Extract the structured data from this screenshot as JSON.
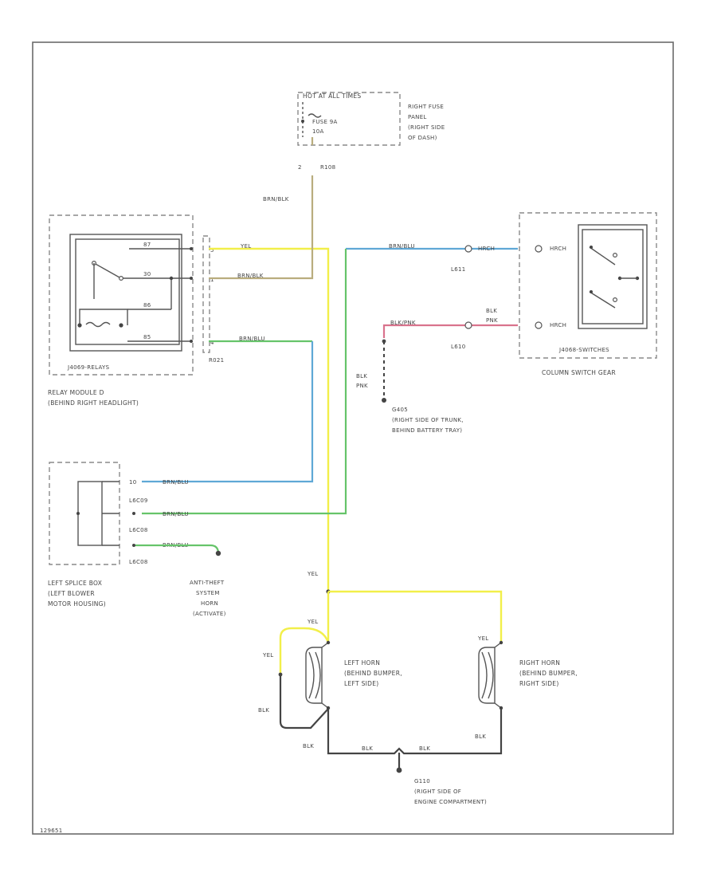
{
  "fuse": {
    "title": "HOT AT ALL TIMES",
    "fuse_line1": "FUSE 9A",
    "fuse_line2": "10A",
    "location": [
      "RIGHT FUSE",
      "PANEL",
      "(RIGHT SIDE",
      "OF DASH)"
    ],
    "pin": "2",
    "connector": "R108"
  },
  "relay": {
    "module_id": "J4069-RELAYS",
    "name": [
      "RELAY MODULE D",
      "(BEHIND RIGHT HEADLIGHT)"
    ],
    "pins": [
      "87",
      "30",
      "86",
      "85"
    ],
    "connector": "R021",
    "wire_pins": [
      "5",
      "1",
      "4"
    ]
  },
  "column_switch": {
    "module_id": "J4068-SWITCHES",
    "name": "COLUMN SWITCH GEAR",
    "connector_a": "L611",
    "connector_b": "L610",
    "terminal": "HRCH"
  },
  "splice": {
    "name": [
      "LEFT SPLICE BOX",
      "(LEFT BLOWER",
      "MOTOR HOUSING)"
    ],
    "connectors": [
      "L6C09",
      "L6C08",
      "L6C08"
    ],
    "pin_top": "10"
  },
  "anti_theft": [
    "ANTI-THEFT",
    "SYSTEM",
    "HORN",
    "(ACTIVATE)"
  ],
  "ground_trunk": {
    "id": "G405",
    "location": [
      "(RIGHT SIDE OF TRUNK,",
      "BEHIND BATTERY TRAY)"
    ]
  },
  "ground_engine": {
    "id": "G110",
    "location": [
      "(RIGHT SIDE OF",
      "ENGINE COMPARTMENT)"
    ]
  },
  "left_horn": [
    "LEFT HORN",
    "(BEHIND BUMPER,",
    "LEFT SIDE)"
  ],
  "right_horn": [
    "RIGHT HORN",
    "(BEHIND BUMPER,",
    "RIGHT SIDE)"
  ],
  "wires": {
    "yel": "YEL",
    "tan_blk": "BRN/BLK",
    "blu_blk": "BRN/BLU",
    "grn_blk": "BRN/BLU",
    "blk": "BLK",
    "blk_pnk": "BLK/PNK",
    "blk_pnk_line": [
      "BLK",
      "PNK"
    ],
    "blk_pnk_label2": [
      "BLK",
      "PNK"
    ],
    "splice_blu1": "BRN/BLU",
    "splice_blu2": "BRN/BLU",
    "splice_grn": "BRN/BLU",
    "g110_label": "BLK"
  },
  "footer_id": "129651"
}
